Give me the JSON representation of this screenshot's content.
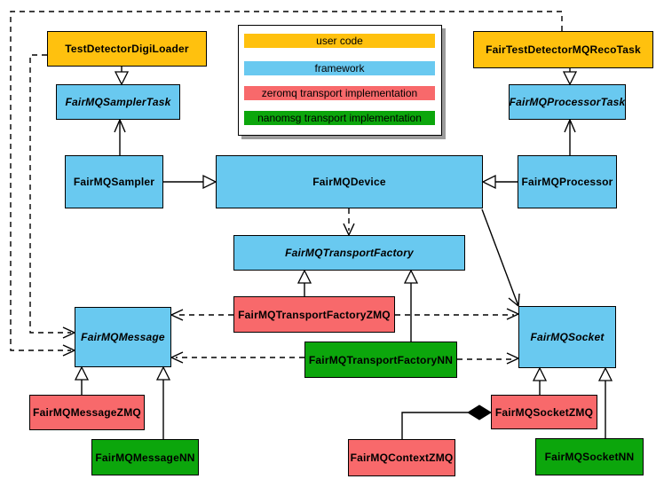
{
  "diagram": {
    "kind": "uml-class-diagram",
    "colors": {
      "user_code": "#FFC10E",
      "framework": "#69C9F0",
      "zeromq": "#F8696B",
      "nanomsg": "#0CA60C",
      "line": "#000000",
      "background": "#ffffff"
    },
    "legend": {
      "items": [
        {
          "label": "user code",
          "color": "user_code"
        },
        {
          "label": "framework",
          "color": "framework"
        },
        {
          "label": "zeromq transport implementation",
          "color": "zeromq"
        },
        {
          "label": "nanomsg transport implementation",
          "color": "nanomsg"
        }
      ]
    },
    "classes": {
      "testdetectordigiloader": {
        "label": "TestDetectorDigiLoader",
        "category": "user_code",
        "italic": false
      },
      "fairtestdetectormqrecotask": {
        "label": "FairTestDetectorMQRecoTask",
        "category": "user_code",
        "italic": false
      },
      "fairmqsamplertask": {
        "label": "FairMQSamplerTask",
        "category": "framework",
        "italic": true
      },
      "fairmqprocessortask": {
        "label": "FairMQProcessorTask",
        "category": "framework",
        "italic": true
      },
      "fairmqsampler": {
        "label": "FairMQSampler",
        "category": "framework",
        "italic": false
      },
      "fairmqdevice": {
        "label": "FairMQDevice",
        "category": "framework",
        "italic": false
      },
      "fairmqprocessor": {
        "label": "FairMQProcessor",
        "category": "framework",
        "italic": false
      },
      "fairmqtransportfactory": {
        "label": "FairMQTransportFactory",
        "category": "framework",
        "italic": true
      },
      "fairmqtransportfactoryzmq": {
        "label": "FairMQTransportFactoryZMQ",
        "category": "zeromq",
        "italic": false
      },
      "fairmqtransportfactorynn": {
        "label": "FairMQTransportFactoryNN",
        "category": "nanomsg",
        "italic": false
      },
      "fairmqmessage": {
        "label": "FairMQMessage",
        "category": "framework",
        "italic": true
      },
      "fairmqsocket": {
        "label": "FairMQSocket",
        "category": "framework",
        "italic": true
      },
      "fairmqmessagezmq": {
        "label": "FairMQMessageZMQ",
        "category": "zeromq",
        "italic": false
      },
      "fairmqmessagenn": {
        "label": "FairMQMessageNN",
        "category": "nanomsg",
        "italic": false
      },
      "fairmqcontextzmq": {
        "label": "FairMQContextZMQ",
        "category": "zeromq",
        "italic": false
      },
      "fairmqsocketzmq": {
        "label": "FairMQSocketZMQ",
        "category": "zeromq",
        "italic": false
      },
      "fairmqsocketnn": {
        "label": "FairMQSocketNN",
        "category": "nanomsg",
        "italic": false
      }
    },
    "relations": [
      {
        "from": "TestDetectorDigiLoader",
        "to": "FairMQSamplerTask",
        "type": "generalization"
      },
      {
        "from": "FairTestDetectorMQRecoTask",
        "to": "FairMQProcessorTask",
        "type": "generalization"
      },
      {
        "from": "FairMQSampler",
        "to": "FairMQSamplerTask",
        "type": "arrow"
      },
      {
        "from": "FairMQProcessor",
        "to": "FairMQProcessorTask",
        "type": "arrow"
      },
      {
        "from": "FairMQSampler",
        "to": "FairMQDevice",
        "type": "generalization"
      },
      {
        "from": "FairMQProcessor",
        "to": "FairMQDevice",
        "type": "generalization"
      },
      {
        "from": "FairMQDevice",
        "to": "FairMQTransportFactory",
        "type": "dashed-dependency"
      },
      {
        "from": "FairMQDevice",
        "to": "FairMQSocket",
        "type": "arrow"
      },
      {
        "from": "FairMQTransportFactoryZMQ",
        "to": "FairMQTransportFactory",
        "type": "generalization"
      },
      {
        "from": "FairMQTransportFactoryNN",
        "to": "FairMQTransportFactory",
        "type": "generalization"
      },
      {
        "from": "FairMQTransportFactoryZMQ",
        "to": "FairMQMessage",
        "type": "dashed-dependency"
      },
      {
        "from": "FairMQTransportFactoryZMQ",
        "to": "FairMQSocket",
        "type": "dashed-dependency"
      },
      {
        "from": "FairMQTransportFactoryNN",
        "to": "FairMQMessage",
        "type": "dashed-dependency"
      },
      {
        "from": "FairMQTransportFactoryNN",
        "to": "FairMQSocket",
        "type": "dashed-dependency"
      },
      {
        "from": "TestDetectorDigiLoader",
        "to": "FairMQMessage",
        "type": "dashed-dependency"
      },
      {
        "from": "FairTestDetectorMQRecoTask",
        "to": "FairMQMessage",
        "type": "dashed-dependency"
      },
      {
        "from": "FairMQMessageZMQ",
        "to": "FairMQMessage",
        "type": "generalization"
      },
      {
        "from": "FairMQMessageNN",
        "to": "FairMQMessage",
        "type": "generalization"
      },
      {
        "from": "FairMQSocketZMQ",
        "to": "FairMQSocket",
        "type": "generalization"
      },
      {
        "from": "FairMQSocketNN",
        "to": "FairMQSocket",
        "type": "generalization"
      },
      {
        "from": "FairMQContextZMQ",
        "to": "FairMQSocketZMQ",
        "type": "composition"
      }
    ]
  }
}
